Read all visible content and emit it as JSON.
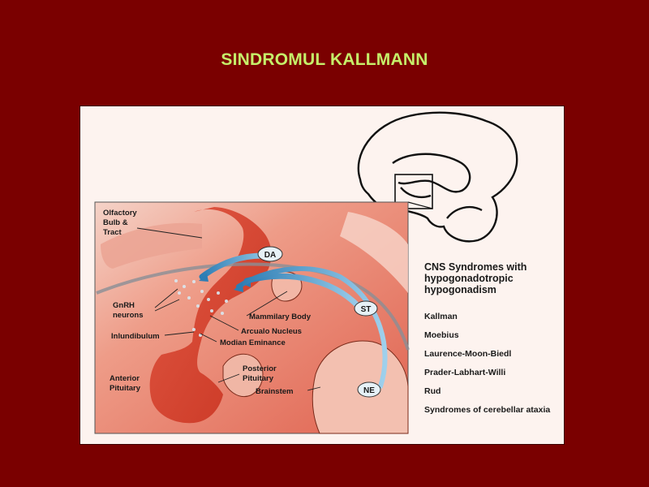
{
  "slide": {
    "title": "SINDROMUL KALLMANN"
  },
  "diagram": {
    "labels": {
      "olfactory_line1": "Olfactory",
      "olfactory_line2": "Bulb &",
      "olfactory_line3": "Tract",
      "gnrh_line1": "GnRH",
      "gnrh_line2": "neurons",
      "inlundibulum": "Inlundibulum",
      "anterior_line1": "Anterior",
      "anterior_line2": "Pituitary",
      "mammilary": "Mammilary Body",
      "arcualo": "Arcualo Nucleus",
      "modian": "Modian Eminance",
      "posterior_line1": "Posterior",
      "posterior_line2": "Pituitary",
      "brainstem": "Brainstem",
      "da": "DA",
      "st": "ST",
      "ne": "NE"
    },
    "syndromes": {
      "heading_line1": "CNS Syndromes with",
      "heading_line2": "hypogonadotropic",
      "heading_line3": "hypogonadism",
      "items": [
        "Kallman",
        "Moebius",
        "Laurence-Moon-Biedl",
        "Prader-Labhart-Willi",
        "Rud",
        "Syndromes of cerebellar ataxia"
      ]
    },
    "colors": {
      "slide_background": "#7a0000",
      "title": "#c6f06a",
      "panel_red": "#e46a58",
      "arrow_blue": "#4a9ac8"
    }
  }
}
